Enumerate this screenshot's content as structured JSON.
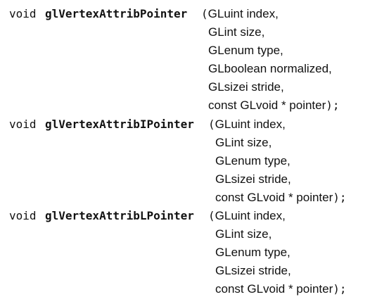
{
  "functions": [
    {
      "return_type": "void",
      "name": "glVertexAttribPointer",
      "open_paren": "(",
      "params": [
        "GLuint index,",
        "GLint size,",
        "GLenum type,",
        "GLboolean normalized,",
        "GLsizei stride,",
        "const GLvoid * pointer"
      ],
      "close": ");"
    },
    {
      "return_type": "void",
      "name": "glVertexAttribIPointer",
      "open_paren": "(",
      "params": [
        "GLuint index,",
        "GLint size,",
        "GLenum type,",
        "GLsizei stride,",
        "const GLvoid * pointer"
      ],
      "close": ");"
    },
    {
      "return_type": "void",
      "name": "glVertexAttribLPointer",
      "open_paren": "(",
      "params": [
        "GLuint index,",
        "GLint size,",
        "GLenum type,",
        "GLsizei stride,",
        "const GLvoid * pointer"
      ],
      "close": ");"
    }
  ]
}
